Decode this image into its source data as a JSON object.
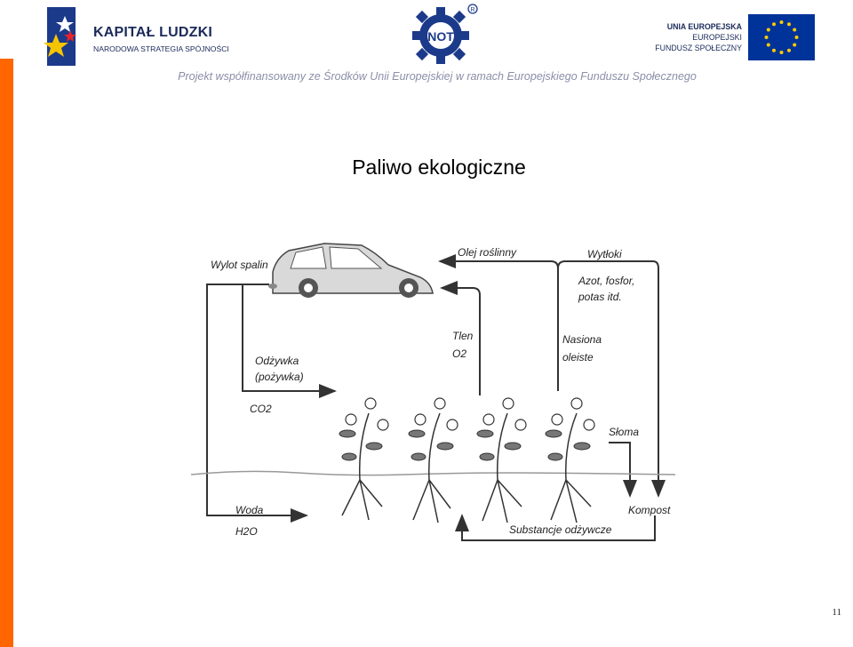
{
  "header": {
    "kapital_title": "KAPITAŁ LUDZKI",
    "kapital_subtitle": "NARODOWA STRATEGIA SPÓJNOŚCI",
    "not_logo_text": "NOT",
    "ue_line1": "UNIA EUROPEJSKA",
    "ue_line2": "EUROPEJSKI",
    "ue_line3": "FUNDUSZ SPOŁECZNY",
    "tagline": "Projekt współfinansowany ze Środków Unii Europejskiej w ramach Europejskiego Funduszu Społecznego"
  },
  "slide": {
    "title": "Paliwo ekologiczne",
    "page_number": "11"
  },
  "diagram": {
    "wylot": "Wylot spalin",
    "olej": "Olej roślinny",
    "wytloki": "Wytłoki",
    "azot1": "Azot, fosfor,",
    "azot2": "potas itd.",
    "tlen": "Tlen",
    "o2": "O2",
    "nasiona1": "Nasiona",
    "nasiona2": "oleiste",
    "odzywka1": "Odżywka",
    "odzywka2": "(pożywka)",
    "co2": "CO2",
    "sloma": "Słoma",
    "woda": "Woda",
    "h2o": "H2O",
    "kompost": "Kompost",
    "substancje": "Substancje odżywcze"
  },
  "colors": {
    "accent_bar": "#ff6600",
    "navy": "#1b2a5a",
    "eu_blue": "#003399",
    "eu_gold": "#ffcc00"
  }
}
